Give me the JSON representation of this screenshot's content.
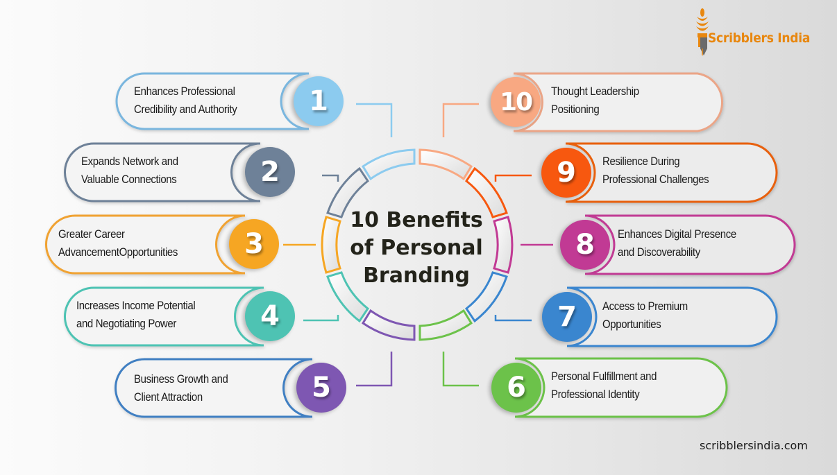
{
  "title": {
    "line1": "10 Benefits",
    "line2": "of Personal",
    "line3": "Branding"
  },
  "brand": {
    "name": "Scribblers India",
    "website": "scribblersindia.com",
    "logo_icon": "pen-nib-wheat-icon",
    "color": "#e8870f"
  },
  "benefits": [
    {
      "number": "1",
      "line1": "Enhances Professional",
      "line2": "Credibility and Authority",
      "color": "#8ccbef",
      "border": "#7ab6de",
      "side": "left"
    },
    {
      "number": "2",
      "line1": "Expands Network and",
      "line2": "Valuable Connections",
      "color": "#6e8198",
      "border": "#6e8198",
      "side": "left"
    },
    {
      "number": "3",
      "line1": "Greater Career",
      "line2": "AdvancementOpportunities",
      "color": "#f6a623",
      "border": "#f0a230",
      "side": "left"
    },
    {
      "number": "4",
      "line1": "Increases Income Potential",
      "line2": "and Negotiating Power",
      "color": "#4ec3b3",
      "border": "#4ec3b3",
      "side": "left"
    },
    {
      "number": "5",
      "line1": "Business Growth and",
      "line2": "Client Attraction",
      "color": "#7e57b2",
      "border": "#3f7fc2",
      "side": "left"
    },
    {
      "number": "6",
      "line1": "Personal Fulfillment and",
      "line2": "Professional Identity",
      "color": "#6cc24a",
      "border": "#6cc24a",
      "side": "right"
    },
    {
      "number": "7",
      "line1": "Access to Premium",
      "line2": "Opportunities",
      "color": "#3a86cf",
      "border": "#3a86cf",
      "side": "right"
    },
    {
      "number": "8",
      "line1": "Enhances Digital Presence",
      "line2": "and Discoverability",
      "color": "#c13a94",
      "border": "#c13a94",
      "side": "right"
    },
    {
      "number": "9",
      "line1": "Resilience During",
      "line2": "Professional Challenges",
      "color": "#f7580f",
      "border": "#e8600f",
      "side": "right"
    },
    {
      "number": "10",
      "line1": "Thought Leadership",
      "line2": "Positioning",
      "color": "#f8a882",
      "border": "#eba587",
      "side": "right"
    }
  ]
}
